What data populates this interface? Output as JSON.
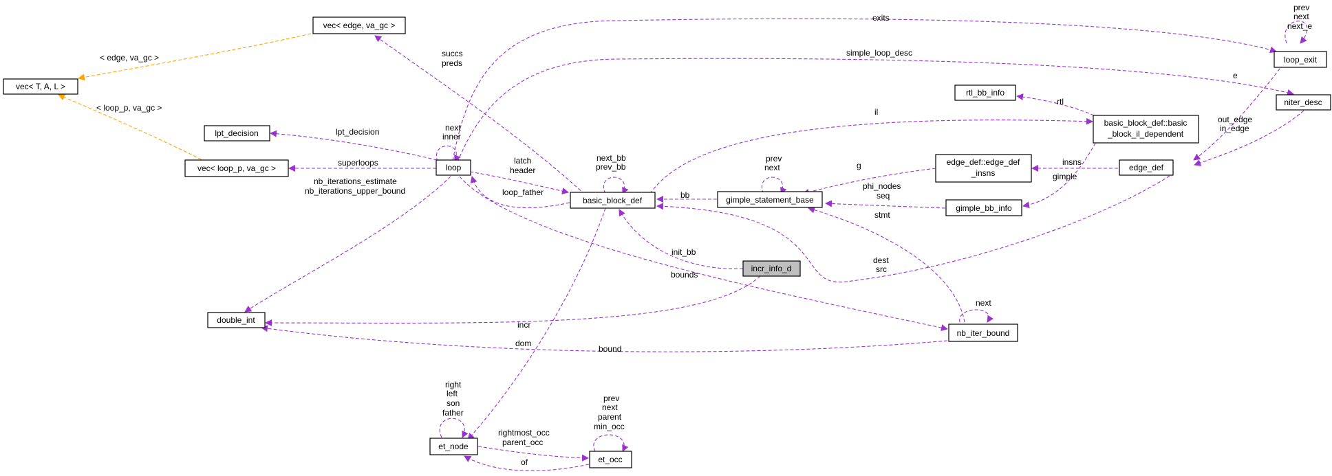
{
  "colors": {
    "member_edge": "#9a32cd",
    "template_edge": "#ffa500",
    "focus_fill": "#bfbfbf"
  },
  "nodes": {
    "vec_T_A_L": "vec< T, A, L >",
    "vec_edge_va_gc": "vec< edge, va_gc >",
    "lpt_decision": "lpt_decision",
    "vec_loop_p_va_gc": "vec< loop_p, va_gc >",
    "loop": "loop",
    "double_int": "double_int",
    "basic_block_def": "basic_block_def",
    "rtl_bb_info": "rtl_bb_info",
    "il_dependent_1": "basic_block_def::basic",
    "il_dependent_2": "_block_il_dependent",
    "gimple_statement_base": "gimple_statement_base",
    "edge_def_insns_1": "edge_def::edge_def",
    "edge_def_insns_2": "_insns",
    "gimple_bb_info": "gimple_bb_info",
    "edge_def": "edge_def",
    "loop_exit": "loop_exit",
    "niter_desc": "niter_desc",
    "incr_info_d": "incr_info_d",
    "nb_iter_bound": "nb_iter_bound",
    "et_node": "et_node",
    "et_occ": "et_occ"
  },
  "edge_labels": {
    "edge_va_gc": "< edge, va_gc >",
    "loop_p_va_gc": "< loop_p, va_gc >",
    "exits": "exits",
    "simple_loop_desc": "simple_loop_desc",
    "succs": "succs",
    "preds": "preds",
    "il": "il",
    "rtl": "rtl",
    "lpt_decision": "lpt_decision",
    "loop_next": "next",
    "loop_inner": "inner",
    "superloops": "superloops",
    "latch": "latch",
    "header": "header",
    "next_bb": "next_bb",
    "prev_bb": "prev_bb",
    "loop_father": "loop_father",
    "bb": "bb",
    "gimple_prev": "prev",
    "gimple_next": "next",
    "g": "g",
    "insns": "insns",
    "gimple": "gimple",
    "phi_nodes": "phi_nodes",
    "seq": "seq",
    "nb_iterations_estimate": "nb_iterations_estimate",
    "nb_iterations_upper_bound": "nb_iterations_upper_bound",
    "stmt": "stmt",
    "init_bb": "init_bb",
    "bounds": "bounds",
    "dest": "dest",
    "src": "src",
    "incr": "incr",
    "nb_next": "next",
    "dom": "dom",
    "bound": "bound",
    "le_prev": "prev",
    "le_next": "next",
    "le_next_e": "next_e",
    "e": "e",
    "out_edge": "out_edge",
    "in_edge": "in_edge",
    "et_right": "right",
    "et_left": "left",
    "et_son": "son",
    "et_father": "father",
    "occ_prev": "prev",
    "occ_next": "next",
    "occ_parent": "parent",
    "occ_min_occ": "min_occ",
    "rightmost_occ": "rightmost_occ",
    "parent_occ": "parent_occ",
    "of": "of"
  }
}
